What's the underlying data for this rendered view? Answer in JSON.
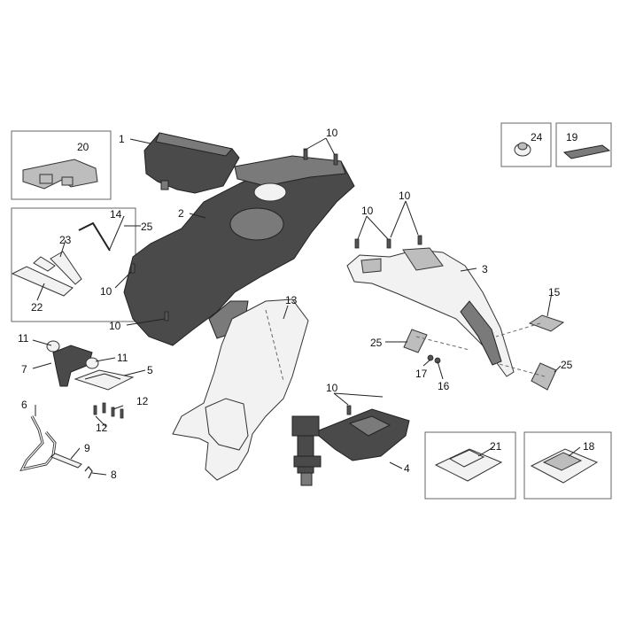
{
  "callouts": {
    "c1": "1",
    "c2": "2",
    "c3": "3",
    "c4": "4",
    "c5": "5",
    "c6": "6",
    "c7": "7",
    "c8": "8",
    "c9": "9",
    "c10a": "10",
    "c10b": "10",
    "c10c": "10",
    "c10d": "10",
    "c10e": "10",
    "c10f": "10",
    "c11a": "11",
    "c11b": "11",
    "c12a": "12",
    "c12b": "12",
    "c13": "13",
    "c14": "14",
    "c15": "15",
    "c16": "16",
    "c17": "17",
    "c18": "18",
    "c19": "19",
    "c20": "20",
    "c21": "21",
    "c22": "22",
    "c23": "23",
    "c24": "24",
    "c25a": "25",
    "c25b": "25",
    "c25c": "25"
  }
}
